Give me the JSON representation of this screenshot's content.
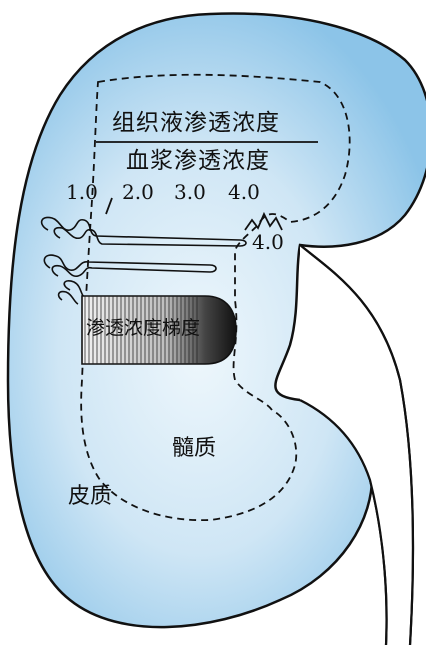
{
  "labels": {
    "numerator": "组织液渗透浓度",
    "denominator": "血浆渗透浓度",
    "scale": [
      "1.0",
      "2.0",
      "3.0",
      "4.0"
    ],
    "papilla_value": "4.0",
    "gradient": "渗透浓度梯度",
    "medulla": "髓质",
    "cortex": "皮质"
  },
  "colors": {
    "kidney_fill": "#a9d4ef",
    "kidney_light": "#e8f4fb",
    "outline": "#111111"
  },
  "icons": {
    "nephron": "nephron-loop-icon",
    "gradient_bar": "gradient-bar-icon"
  }
}
